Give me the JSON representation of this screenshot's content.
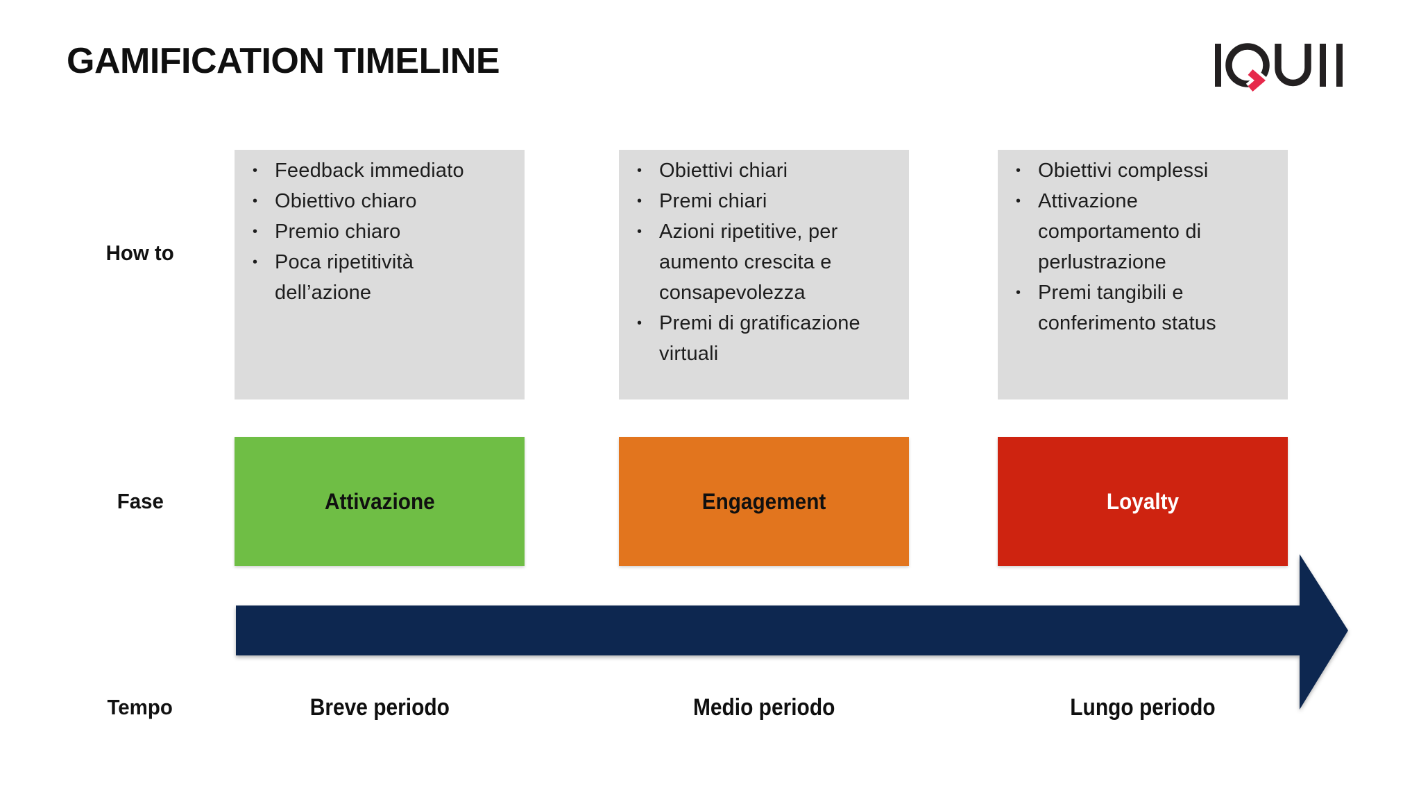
{
  "title": "GAMIFICATION TIMELINE",
  "logo": {
    "name": "IQUII"
  },
  "row_labels": {
    "how_to": "How to",
    "fase": "Fase",
    "tempo": "Tempo"
  },
  "columns": [
    {
      "how_to_bullets": [
        "Feedback immediato",
        "Obiettivo chiaro",
        "Premio chiaro",
        "Poca ripetitività\ndell’azione"
      ],
      "phase": "Attivazione",
      "phase_color": "#6fbe45",
      "phase_text_color": "#101010",
      "period": "Breve periodo"
    },
    {
      "how_to_bullets": [
        "Obiettivi chiari",
        "Premi chiari",
        "Azioni ripetitive, per\naumento crescita e\nconsapevolezza",
        "Premi di gratificazione\nvirtuali"
      ],
      "phase": "Engagement",
      "phase_color": "#e2751e",
      "phase_text_color": "#101010",
      "period": "Medio periodo"
    },
    {
      "how_to_bullets": [
        "Obiettivi complessi",
        "Attivazione\ncomportamento di\nperlustrazione",
        "Premi tangibili e\nconferimento status"
      ],
      "phase": "Loyalty",
      "phase_color": "#ce2310",
      "phase_text_color": "#ffffff",
      "period": "Lungo periodo"
    }
  ],
  "bullet_glyph": "•",
  "colors": {
    "arrow": "#0d2750",
    "gray_box": "#dcdcdc",
    "logo_dark": "#232021",
    "logo_red": "#e6294b"
  }
}
